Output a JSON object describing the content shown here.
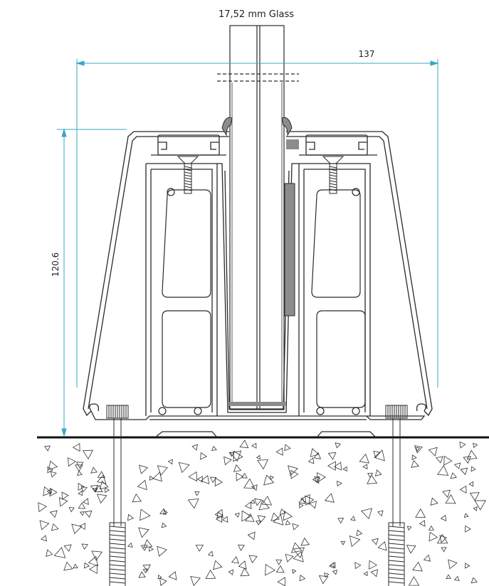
{
  "labels": {
    "glass": "17,52 mm Glass",
    "width_dim": "137",
    "height_dim": "120.6"
  },
  "colors": {
    "line": "#2a2a2a",
    "dimension": "#3aa6c7",
    "gasket": "#8c8c8c",
    "background": "#ffffff"
  }
}
